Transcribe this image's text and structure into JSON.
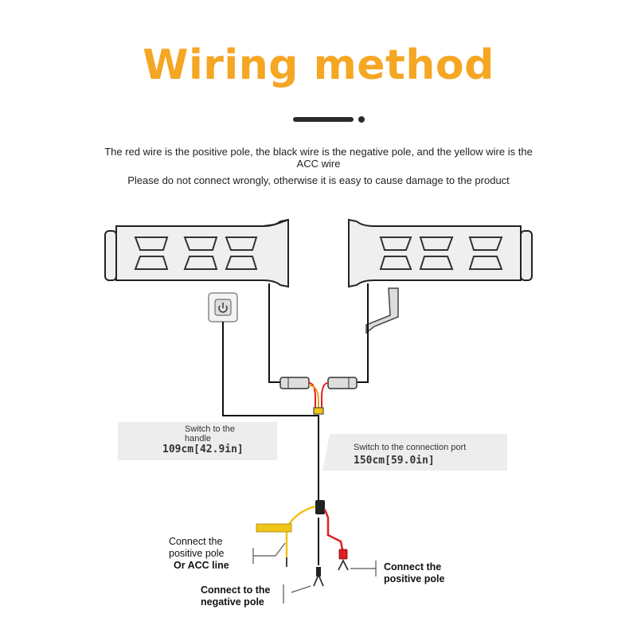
{
  "title": "Wiring method",
  "notes": {
    "line1": "The red wire is the positive pole, the black wire is the negative pole, and the yellow wire is the ACC wire",
    "line2": "Please do not connect wrongly, otherwise it is easy to cause damage to the product"
  },
  "switch_to_handle": {
    "label": "Switch to the handle",
    "length": "109cm[42.9in]"
  },
  "switch_to_port": {
    "label": "Switch to the connection port",
    "length": "150cm[59.0in]"
  },
  "terminals": {
    "positive_acc_line1": "Connect the positive pole",
    "positive_acc_line2": "Or ACC line",
    "negative": "Connect to the negative pole",
    "positive": "Connect the positive pole"
  },
  "colors": {
    "title": "#f5a623",
    "positive_wire": "#e02020",
    "negative_wire": "#111111",
    "acc_wire": "#f0c419"
  },
  "icons": {
    "switch": "power-switch-icon",
    "grip": "heated-grip-icon"
  }
}
